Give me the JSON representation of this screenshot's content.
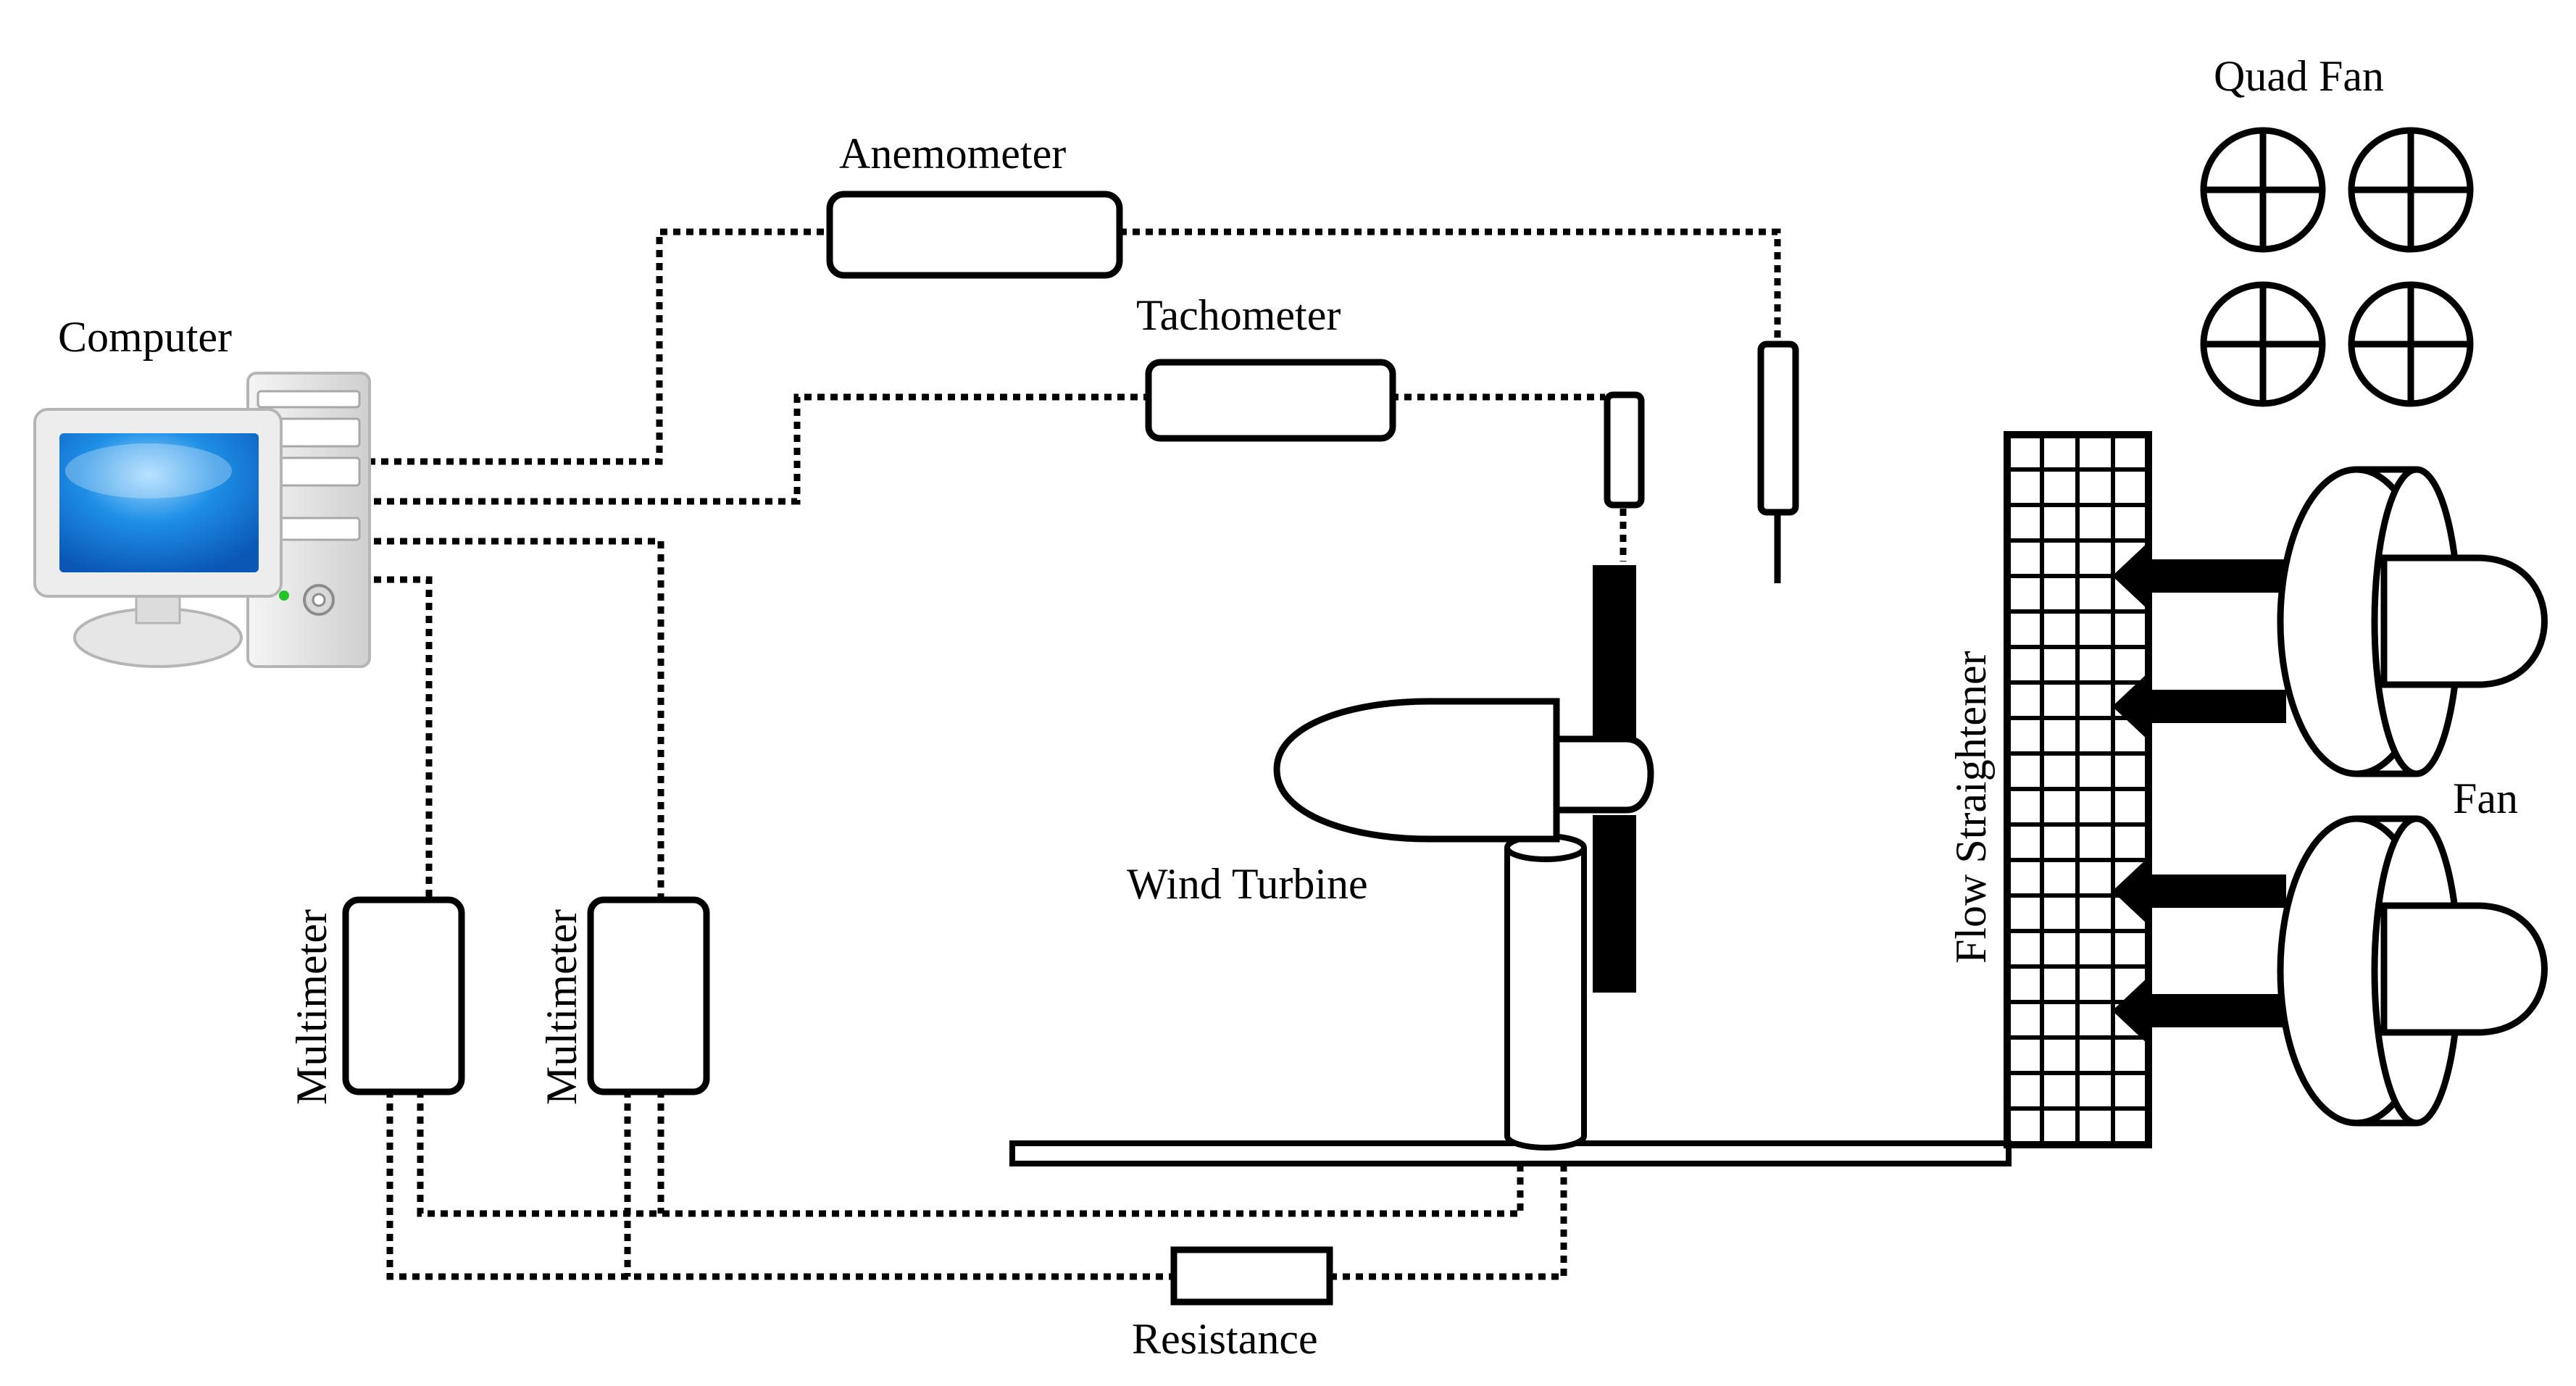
{
  "labels": {
    "computer": "Computer",
    "anemometer": "Anemometer",
    "tachometer": "Tachometer",
    "multimeter_left": "Multimeter",
    "multimeter_right": "Multimeter",
    "wind_turbine": "Wind Turbine",
    "resistance": "Resistance",
    "flow_straightener": "Flow Straightener",
    "quad_fan": "Quad Fan",
    "fan": "Fan"
  },
  "colors": {
    "line": "#000000",
    "background": "#ffffff",
    "monitor_screen": "#1f8fe6",
    "computer_case": "#e2e2e2",
    "power_led": "#22c322"
  },
  "icons": {
    "computer": "desktop-computer-icon",
    "quad_fan": "quad-fan-icon"
  }
}
